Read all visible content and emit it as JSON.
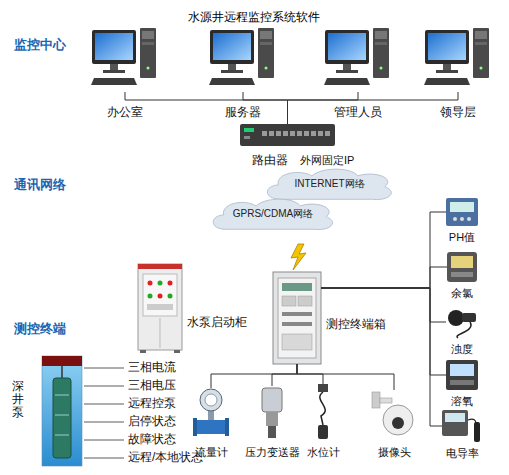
{
  "diagram": {
    "title": "水源井远程监控系统软件",
    "nodes": [
      {
        "text": [
          "办公室"
        ]
      },
      {
        "text": [
          "服务器"
        ]
      },
      {
        "text": [
          "管理人员"
        ]
      },
      {
        "text": [
          "领导层"
        ]
      },
      {
        "text": [
          "路由器"
        ]
      },
      {
        "text": [
          "INTERNET网络"
        ]
      },
      {
        "text": [
          "GPRS/CDMA网络"
        ]
      },
      {
        "text": [
          "水泵启动柜"
        ]
      },
      {
        "text": [
          "测控终端箱"
        ]
      },
      {
        "text": [
          "PH值"
        ]
      },
      {
        "text": [
          "余氯"
        ]
      },
      {
        "text": [
          "浊度"
        ]
      },
      {
        "text": [
          "溶氧"
        ]
      },
      {
        "text": [
          "电导率"
        ]
      },
      {
        "text": [
          "流量计"
        ]
      },
      {
        "text": [
          "压力变送器"
        ]
      },
      {
        "text": [
          "水位计"
        ]
      },
      {
        "text": [
          "摄像头"
        ]
      },
      {
        "text": [
          "深井泵"
        ]
      }
    ],
    "edges": [
      {
        "from": 0,
        "to": 4,
        "arrow": "none"
      },
      {
        "from": 1,
        "to": 4,
        "arrow": "none"
      },
      {
        "from": 2,
        "to": 4,
        "arrow": "none"
      },
      {
        "from": 3,
        "to": 4,
        "arrow": "none"
      },
      {
        "from": 8,
        "to": 9,
        "arrow": "none"
      },
      {
        "from": 8,
        "to": 10,
        "arrow": "none"
      },
      {
        "from": 8,
        "to": 11,
        "arrow": "none"
      },
      {
        "from": 8,
        "to": 12,
        "arrow": "none"
      },
      {
        "from": 8,
        "to": 13,
        "arrow": "none"
      },
      {
        "from": 8,
        "to": 14,
        "arrow": "none"
      },
      {
        "from": 8,
        "to": 15,
        "arrow": "none"
      },
      {
        "from": 8,
        "to": 16,
        "arrow": "none"
      },
      {
        "from": 8,
        "to": 17,
        "arrow": "none"
      }
    ],
    "labels": [
      "监控中心",
      "通讯网络",
      "测控终端",
      "外网固定IP",
      "三相电流",
      "三相电压",
      "远程控泵",
      "启停状态",
      "故障状态",
      "远程/本地状态"
    ]
  }
}
